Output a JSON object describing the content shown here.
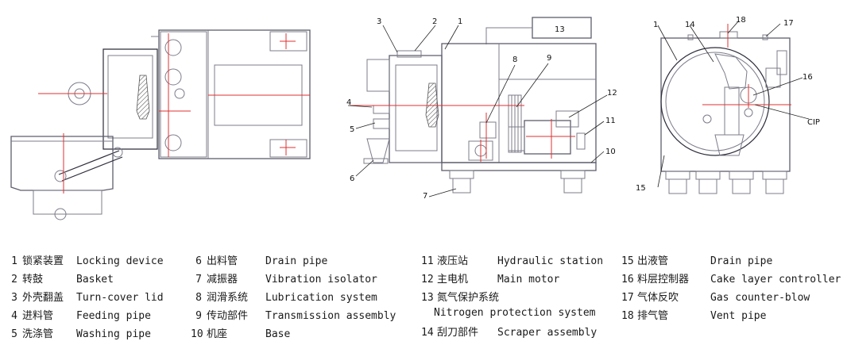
{
  "callouts": {
    "mid": [
      "1",
      "2",
      "3",
      "4",
      "5",
      "6",
      "7",
      "8",
      "9",
      "10",
      "11",
      "12",
      "13"
    ],
    "right": [
      "1",
      "14",
      "18",
      "17",
      "16",
      "CIP",
      "15"
    ]
  },
  "legend": {
    "col1": [
      {
        "num": "1",
        "cn": "锁紧装置",
        "en": "Locking device"
      },
      {
        "num": "2",
        "cn": "转鼓",
        "en": "Basket"
      },
      {
        "num": "3",
        "cn": "外壳翻盖",
        "en": "Turn-cover lid"
      },
      {
        "num": "4",
        "cn": "进料管",
        "en": "Feeding pipe"
      },
      {
        "num": "5",
        "cn": "洗涤管",
        "en": "Washing pipe"
      }
    ],
    "col2": [
      {
        "num": "6",
        "cn": "出料管",
        "en": "Drain pipe"
      },
      {
        "num": "7",
        "cn": "减振器",
        "en": "Vibration isolator"
      },
      {
        "num": "8",
        "cn": "润滑系统",
        "en": "Lubrication system"
      },
      {
        "num": "9",
        "cn": "传动部件",
        "en": "Transmission assembly"
      },
      {
        "num": "10",
        "cn": "机座",
        "en": "Base"
      }
    ],
    "col3": [
      {
        "num": "11",
        "cn": "液压站",
        "en": "Hydraulic station"
      },
      {
        "num": "12",
        "cn": "主电机",
        "en": "Main motor"
      },
      {
        "num": "13",
        "cn": "氮气保护系统",
        "en": "Nitrogen protection system"
      },
      {
        "num": "14",
        "cn": "刮刀部件",
        "en": "Scraper assembly"
      }
    ],
    "col4": [
      {
        "num": "15",
        "cn": "出液管",
        "en": "Drain pipe"
      },
      {
        "num": "16",
        "cn": "料层控制器",
        "en": "Cake layer controller"
      },
      {
        "num": "17",
        "cn": "气体反吹",
        "en": "Gas counter-blow"
      },
      {
        "num": "18",
        "cn": "排气管",
        "en": "Vent pipe"
      }
    ]
  }
}
